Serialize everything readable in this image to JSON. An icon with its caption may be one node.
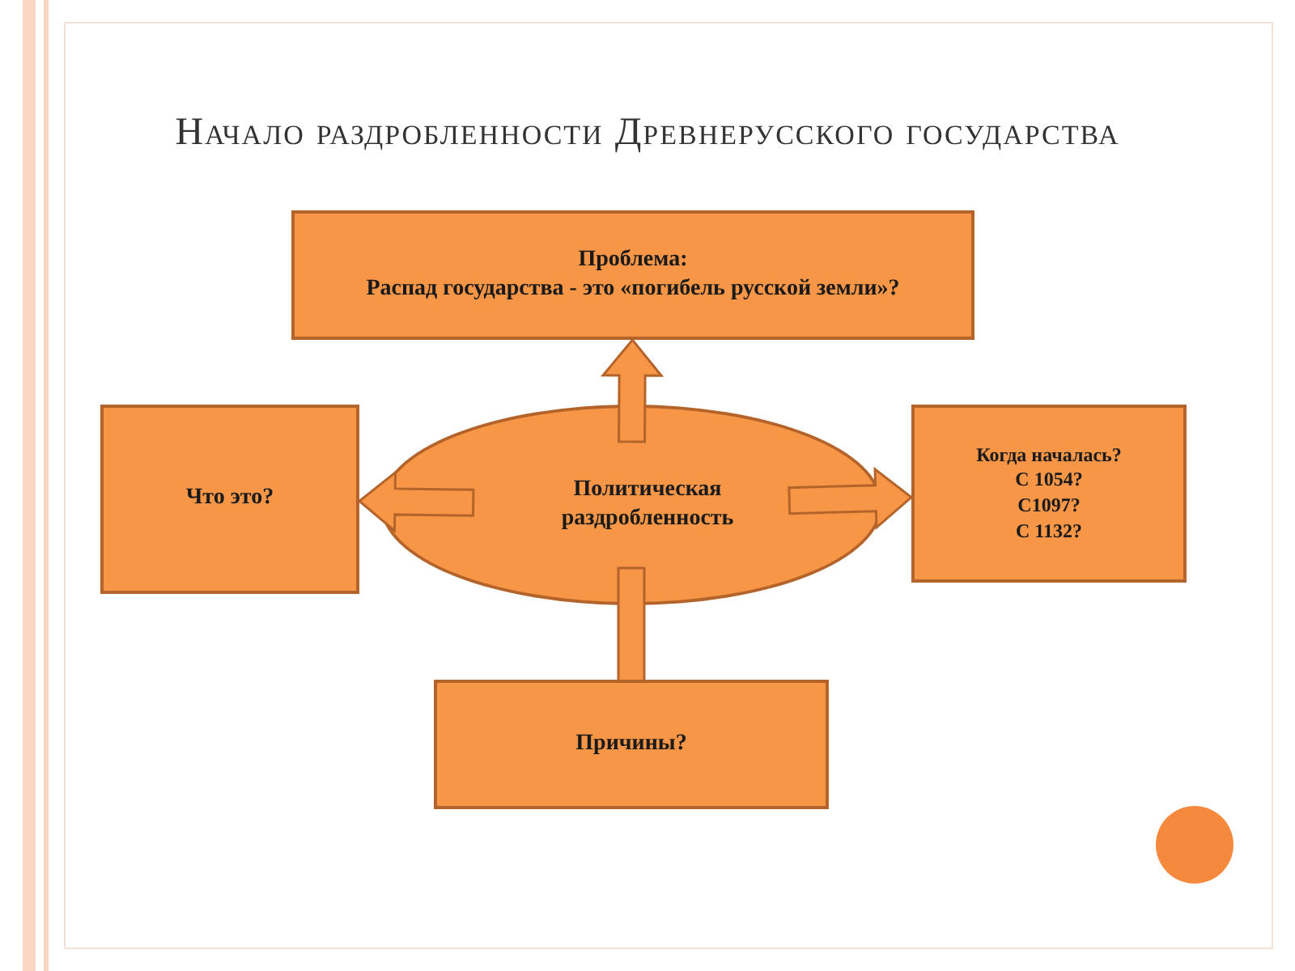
{
  "diagram": {
    "title": "Начало раздробленности Древнерусского государства",
    "nodes": [
      {
        "text": [
          "Политическая раздробленность"
        ]
      },
      {
        "text": [
          "Проблема:",
          "Распад государства - это «погибель русской земли»?"
        ]
      },
      {
        "text": [
          "Что это?"
        ]
      },
      {
        "text": [
          "Когда началась?",
          "С 1054?",
          "С1097?",
          "С 1132?"
        ]
      },
      {
        "text": [
          "Причины?"
        ]
      }
    ],
    "edges": [
      {
        "from": 0,
        "to": 1,
        "arrow": "to"
      },
      {
        "from": 0,
        "to": 2,
        "arrow": "to"
      },
      {
        "from": 0,
        "to": 3,
        "arrow": "to"
      },
      {
        "from": 0,
        "to": 4,
        "arrow": "to"
      }
    ]
  }
}
